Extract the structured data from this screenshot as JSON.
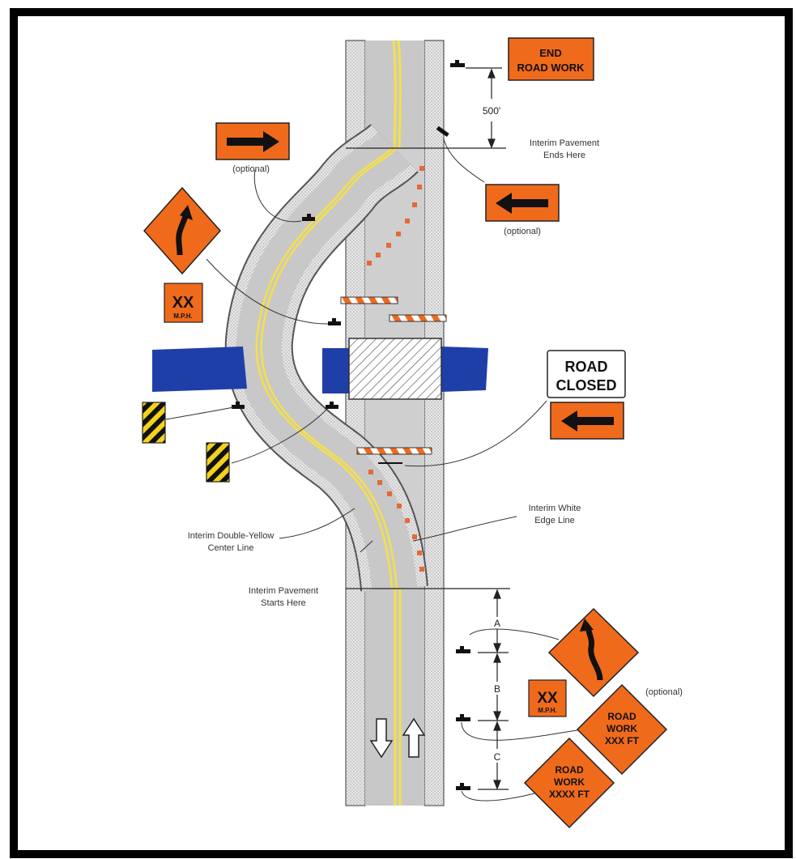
{
  "signs": {
    "end_road_work": [
      "END",
      "ROAD WORK"
    ],
    "xx": "XX",
    "mph": "M.P.H.",
    "road_closed": [
      "ROAD",
      "CLOSED"
    ],
    "road_work_xxx": [
      "ROAD",
      "WORK",
      "XXX FT"
    ],
    "road_work_xxxx": [
      "ROAD",
      "WORK",
      "XXXX FT"
    ]
  },
  "labels": {
    "optional_top_left": "(optional)",
    "optional_top_right": "(optional)",
    "optional_bottom": "(optional)",
    "interim_ends": [
      "Interim Pavement",
      "Ends Here"
    ],
    "interim_starts": [
      "Interim Pavement",
      "Starts Here"
    ],
    "double_yellow": [
      "Interim Double-Yellow",
      "Center Line"
    ],
    "white_edge": [
      "Interim White",
      "Edge Line"
    ]
  },
  "dimensions": {
    "d500": "500'",
    "a": "A",
    "b": "B",
    "c": "C"
  },
  "colors": {
    "sign_orange": "#f06a1c",
    "water_blue": "#1f3fa8",
    "pavement_gray": "#c8c8c8",
    "centerline_yellow": "#f4e04a",
    "chevron_yellow": "#f2d21b"
  }
}
